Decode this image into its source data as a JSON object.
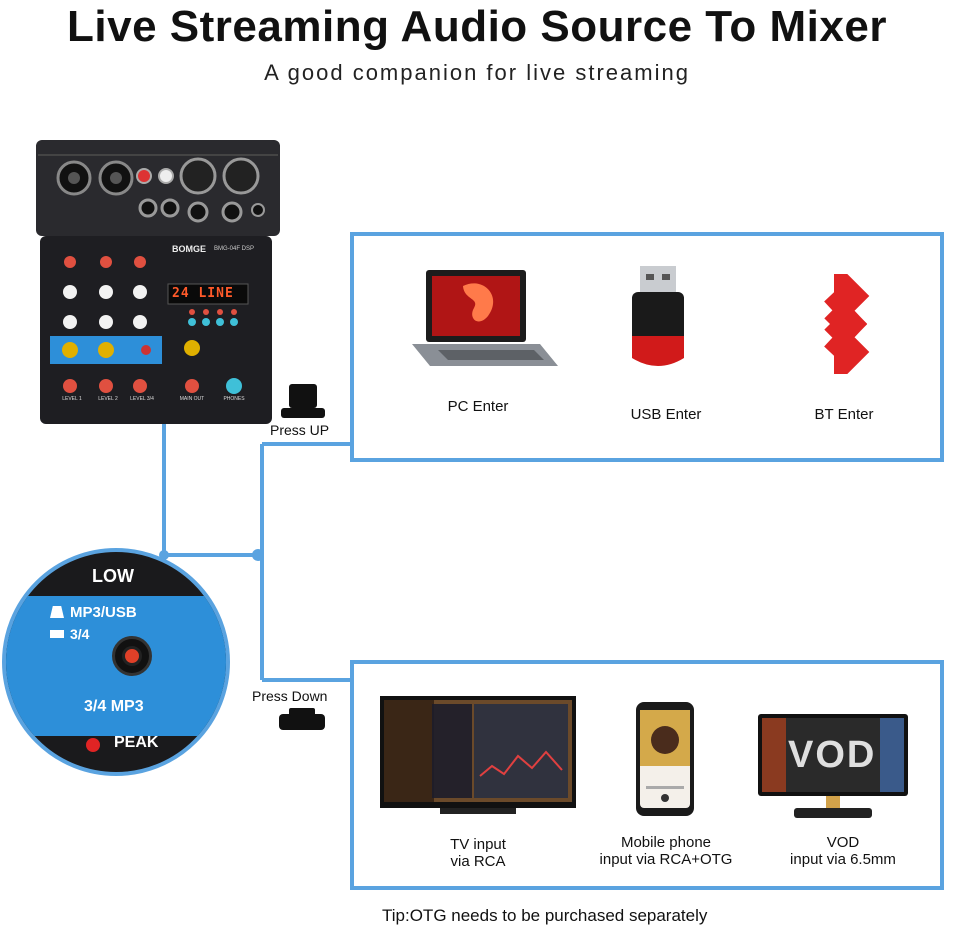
{
  "header": {
    "title": "Live Streaming Audio Source To Mixer",
    "subtitle": "A good companion for live streaming"
  },
  "mixer": {
    "brand": "BOMGE",
    "model": "BMG-04F DSP",
    "display": "24 LINE",
    "channel_labels": [
      "LEVEL 1",
      "LEVEL 2",
      "LEVEL 3/4",
      "MAIN OUT",
      "PHONES"
    ]
  },
  "zoom": {
    "low_label": "LOW",
    "opt1": "MP3/USB",
    "opt2": "3/4",
    "input_label": "3/4 MP3",
    "peak_label": "PEAK"
  },
  "switch": {
    "up_label": "Press UP",
    "down_label": "Press Down"
  },
  "up_sources": [
    {
      "label": "PC Enter"
    },
    {
      "label": "USB Enter"
    },
    {
      "label": "BT Enter"
    }
  ],
  "down_sources": [
    {
      "line1": "TV input",
      "line2": "via RCA"
    },
    {
      "line1": "Mobile phone",
      "line2": "input via RCA+OTG"
    },
    {
      "line1": "VOD",
      "line2": "input via 6.5mm"
    }
  ],
  "tip": "Tip:OTG needs to be purchased separately",
  "colors": {
    "accent": "#5aa3e0",
    "mixer_body": "#1e1e22",
    "panel_blue": "#2d8fd9",
    "bt_red": "#e02424"
  }
}
